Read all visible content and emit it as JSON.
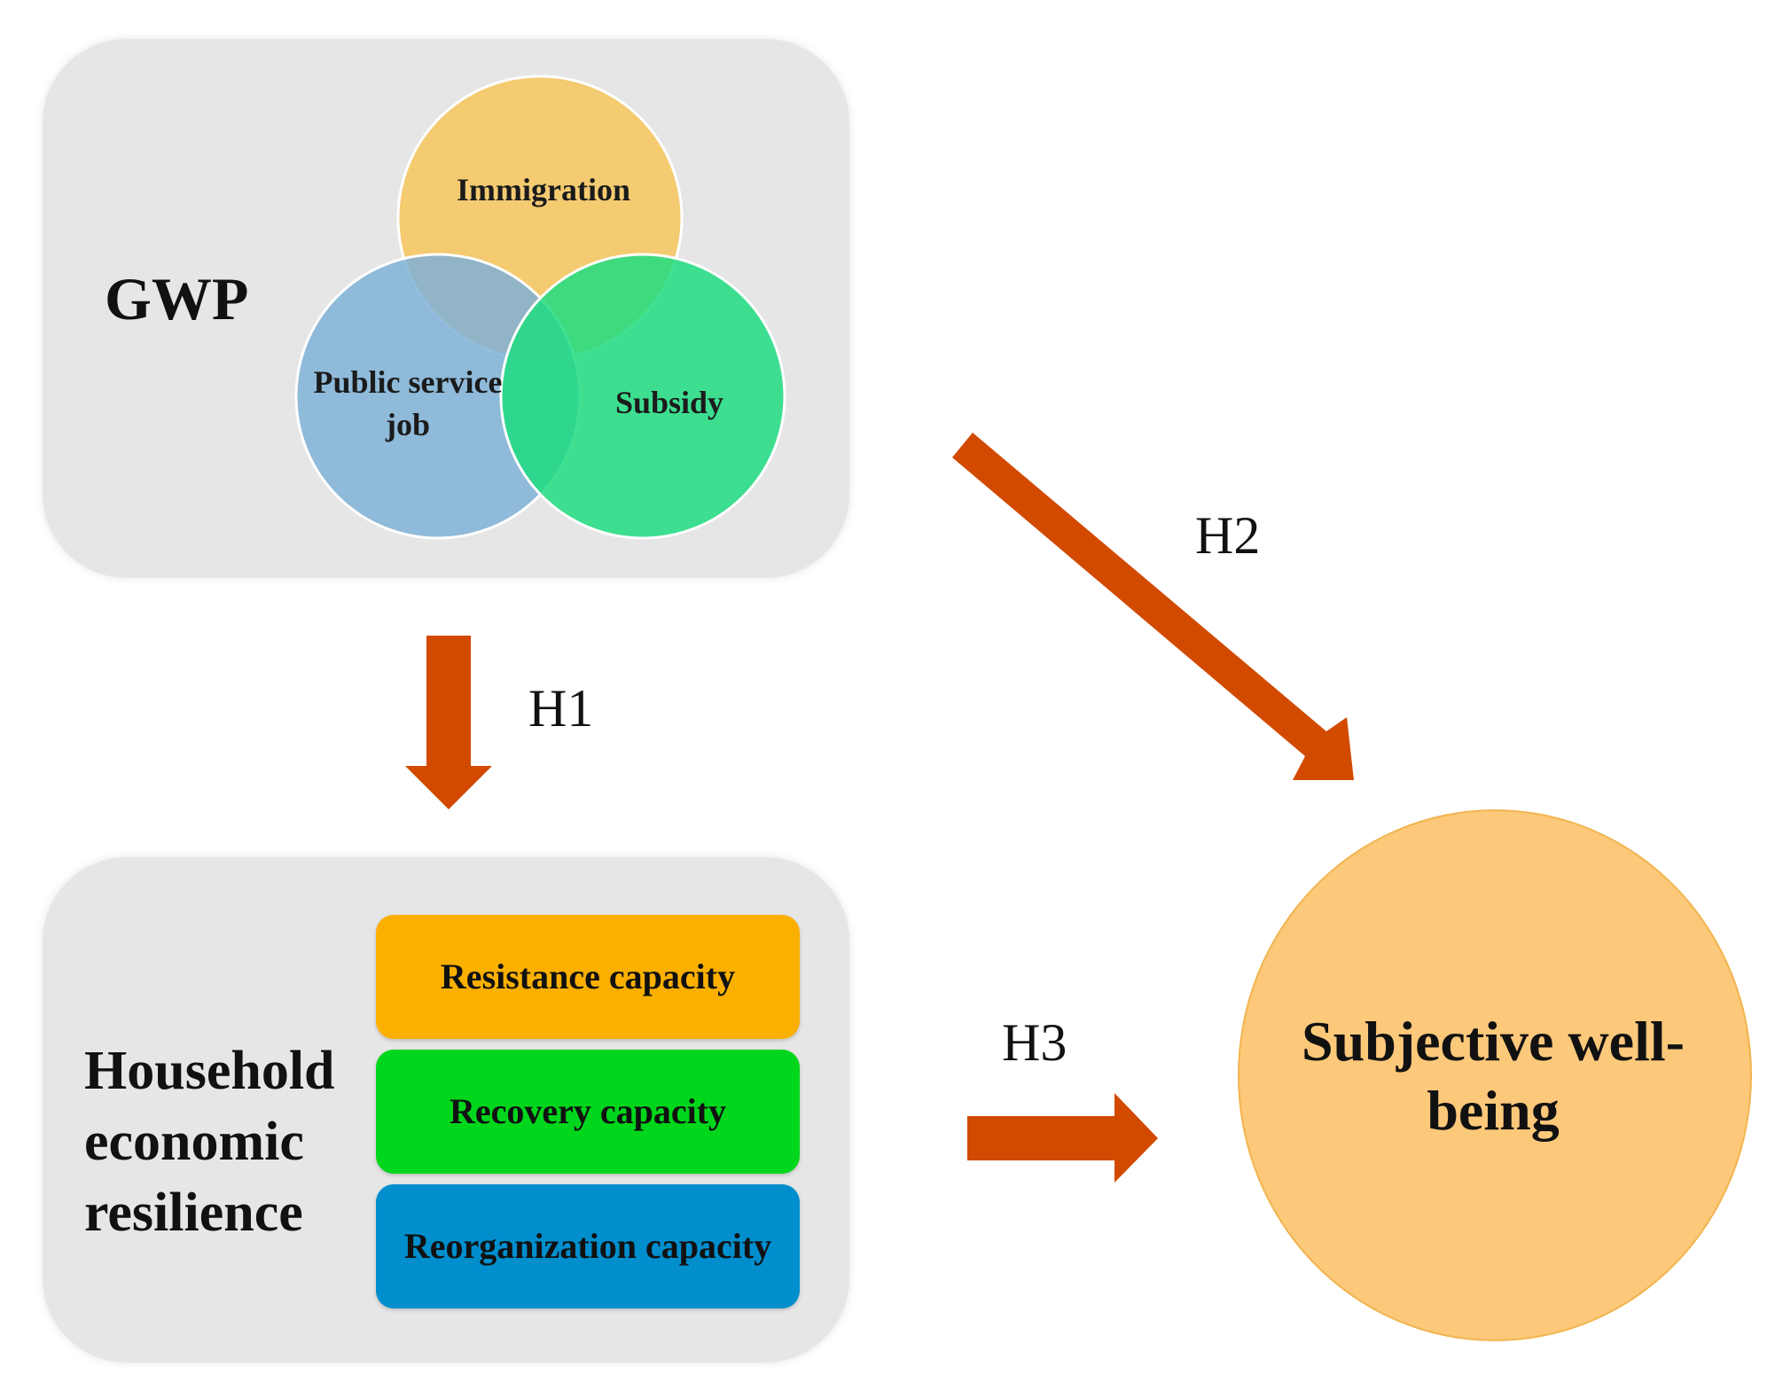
{
  "gwp": {
    "title": "GWP",
    "circles": {
      "immigration": "Immigration",
      "public_service_job": "Public service job",
      "subsidy": "Subsidy"
    }
  },
  "household": {
    "title": "Household economic resilience",
    "capacities": {
      "resistance": "Resistance capacity",
      "recovery": "Recovery capacity",
      "reorganization": "Reorganization capacity"
    }
  },
  "outcome": {
    "label": "Subjective well-being"
  },
  "hypotheses": {
    "h1": "H1",
    "h2": "H2",
    "h3": "H3"
  },
  "colors": {
    "arrow": "#d24a00",
    "immigration": "#f4c96a",
    "public_service_job": "#8ab9d8",
    "subsidy": "#2ede88",
    "resistance": "#fbb000",
    "recovery": "#00d61b",
    "reorganization": "#008ecd",
    "outcome": "#fcc87a"
  }
}
